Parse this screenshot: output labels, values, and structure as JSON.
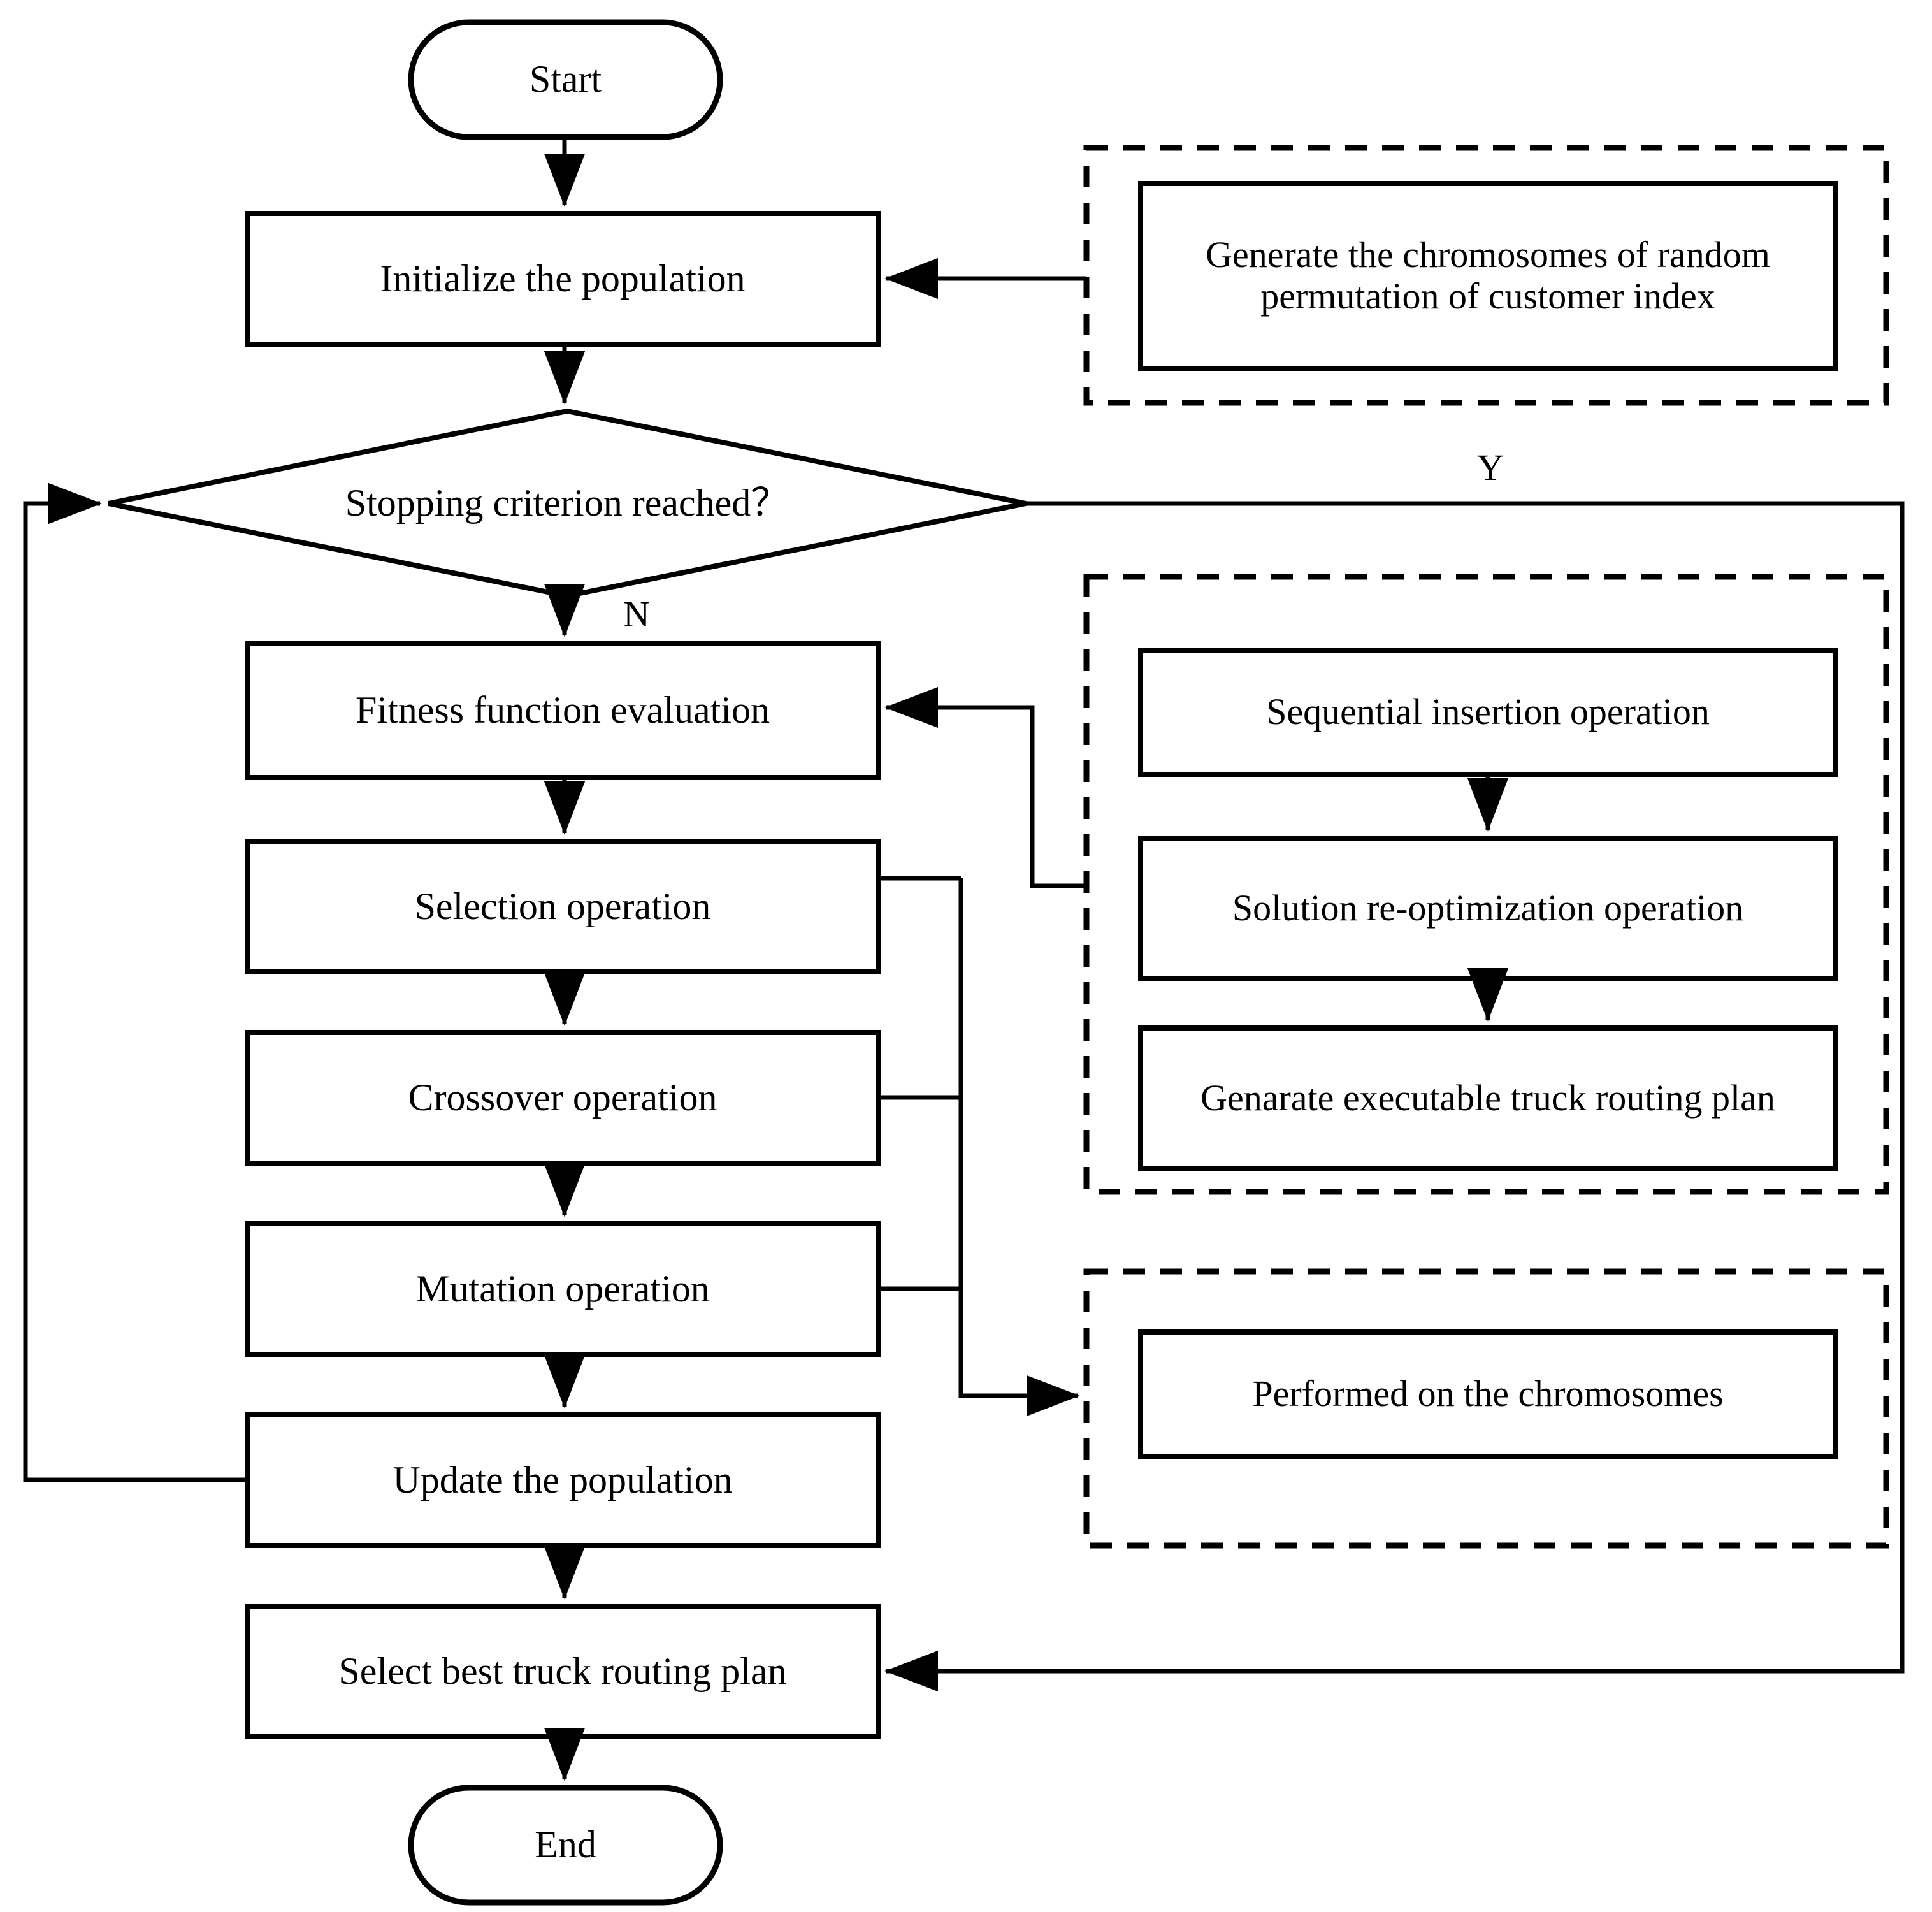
{
  "diagram": {
    "type": "flowchart",
    "title": "Genetic algorithm flowchart for truck routing plan",
    "colors": {
      "stroke": "#000000",
      "fill": "#ffffff",
      "text": "#000000"
    },
    "nodes": {
      "start": {
        "label": "Start",
        "shape": "terminator"
      },
      "initialize_population": {
        "label": "Initialize the population",
        "shape": "process"
      },
      "stopping_criterion": {
        "label": "Stopping criterion reached？",
        "shape": "decision"
      },
      "fitness_evaluation": {
        "label": "Fitness function evaluation",
        "shape": "process"
      },
      "selection_operation": {
        "label": "Selection operation",
        "shape": "process"
      },
      "crossover_operation": {
        "label": "Crossover operation",
        "shape": "process"
      },
      "mutation_operation": {
        "label": "Mutation operation",
        "shape": "process"
      },
      "update_population": {
        "label": "Update the population",
        "shape": "process"
      },
      "select_best_plan": {
        "label": "Select best truck routing plan",
        "shape": "process"
      },
      "end": {
        "label": "End",
        "shape": "terminator"
      },
      "generate_chromosomes": {
        "label": "Generate the chromosomes of random permutation of customer index",
        "shape": "process"
      },
      "sequential_insertion": {
        "label": "Sequential insertion operation",
        "shape": "process"
      },
      "solution_reoptimization": {
        "label": "Solution re-optimization operation",
        "shape": "process"
      },
      "genarate_executable_plan": {
        "label": "Genarate executable truck routing plan",
        "shape": "process"
      },
      "performed_on_chromosomes": {
        "label": "Performed on the chromosomes",
        "shape": "process"
      }
    },
    "edge_labels": {
      "yes": "Y",
      "no": "N"
    },
    "annotation_groups": [
      {
        "name": "initialization-detail-group",
        "style": "dashed",
        "contains": [
          "generate_chromosomes"
        ]
      },
      {
        "name": "fitness-detail-group",
        "style": "dashed",
        "contains": [
          "sequential_insertion",
          "solution_reoptimization",
          "genarate_executable_plan"
        ]
      },
      {
        "name": "genetic-operator-detail-group",
        "style": "dashed",
        "contains": [
          "performed_on_chromosomes"
        ]
      }
    ],
    "edges": [
      {
        "from": "start",
        "to": "initialize_population",
        "label": ""
      },
      {
        "from": "initialize_population",
        "to": "stopping_criterion",
        "label": ""
      },
      {
        "from": "stopping_criterion",
        "to": "select_best_plan",
        "label": "Y"
      },
      {
        "from": "stopping_criterion",
        "to": "fitness_evaluation",
        "label": "N"
      },
      {
        "from": "fitness_evaluation",
        "to": "selection_operation",
        "label": ""
      },
      {
        "from": "selection_operation",
        "to": "crossover_operation",
        "label": ""
      },
      {
        "from": "crossover_operation",
        "to": "mutation_operation",
        "label": ""
      },
      {
        "from": "mutation_operation",
        "to": "update_population",
        "label": ""
      },
      {
        "from": "update_population",
        "to": "stopping_criterion",
        "label": ""
      },
      {
        "from": "update_population",
        "to": "select_best_plan",
        "label": ""
      },
      {
        "from": "select_best_plan",
        "to": "end",
        "label": ""
      },
      {
        "from": "generate_chromosomes",
        "to": "initialize_population",
        "label": ""
      },
      {
        "from": "sequential_insertion",
        "to": "solution_reoptimization",
        "label": ""
      },
      {
        "from": "solution_reoptimization",
        "to": "genarate_executable_plan",
        "label": ""
      },
      {
        "from": "fitness-detail-group",
        "to": "fitness_evaluation",
        "label": ""
      },
      {
        "from": "genetic-operator-bus",
        "to": "performed_on_chromosomes",
        "label": ""
      }
    ]
  }
}
